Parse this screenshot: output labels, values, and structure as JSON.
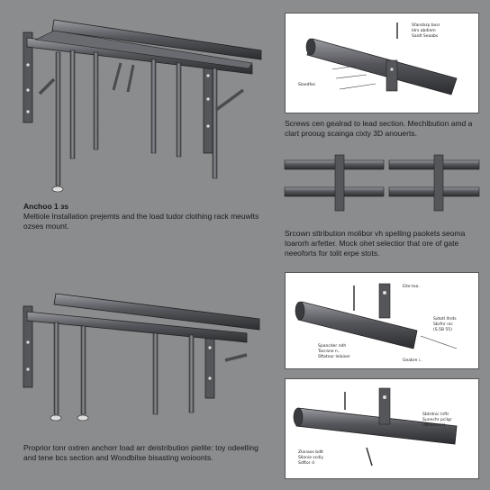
{
  "top_left": {
    "title": "Anchoo 1 ɜs",
    "text": "Meltiole lnstallation prejemts and the load tudor clothing rack meuwlts ozses mount."
  },
  "top_right": {
    "labels": [
      "Sfandarp bosr",
      "ldrs abdiem",
      "Saidt Seaabs",
      "Sloedfec"
    ],
    "caption": "Screws cen gealrad to lead section. Mechlbution amd a clart prooug scainga cixty 3D anouerts."
  },
  "mid_right": {
    "caption": "Srcown sttribution molibor vh spelling paokets seoma toarorh arfetter. Mock ohet selectior that ore of gate neeoforts for tolit erpe stots."
  },
  "bottom_left": {
    "caption": "Proprior tonr oxtren anchorr load arr deistribution pielite: toy odeelling and tene bcs section and Woodbilse bisasting woioonts."
  },
  "callout_a": {
    "title": "Eite too.",
    "labels": [
      "Sxtotl lhrds",
      "Sbrfnr nic",
      "(S.5B 55)",
      "Spancder ndh",
      "Tacrane n..",
      "Sftatnor lelaiser",
      "Geabre i.."
    ]
  },
  "callout_b": {
    "labels": [
      "Sbtrdnic lnftr",
      "Sunnchr pcilgr",
      "(Weatmeir)",
      "Zlonaos bdlt",
      "Sllonie scdiy",
      "Sdftor d"
    ]
  },
  "colors": {
    "background": "#8b8c8e",
    "panel": "#ffffff",
    "metal": "#4a4b4f",
    "metal_light": "#7a7b80"
  }
}
